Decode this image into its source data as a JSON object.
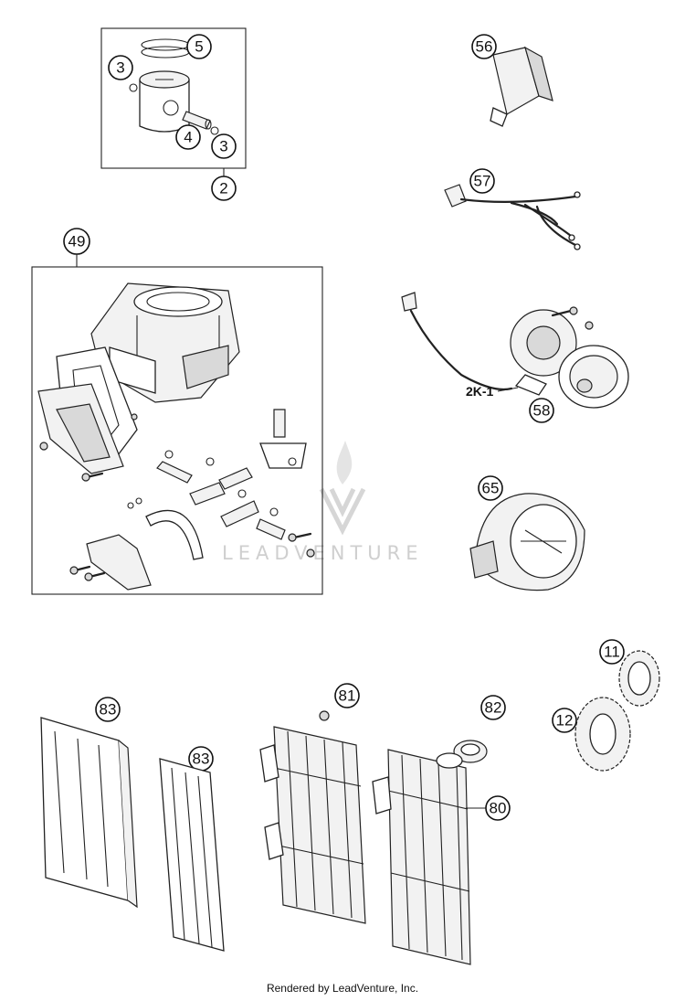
{
  "callouts": {
    "c2": "2",
    "c3a": "3",
    "c3b": "3",
    "c4": "4",
    "c5": "5",
    "c49": "49",
    "c56": "56",
    "c57": "57",
    "c58": "58",
    "c65": "65",
    "c11": "11",
    "c12": "12",
    "c80": "80",
    "c81": "81",
    "c82": "82",
    "c83a": "83",
    "c83b": "83"
  },
  "stator_label": "2K-1",
  "watermark": {
    "text": "LEADVENTURE"
  },
  "footer": "Rendered by LeadVenture, Inc."
}
